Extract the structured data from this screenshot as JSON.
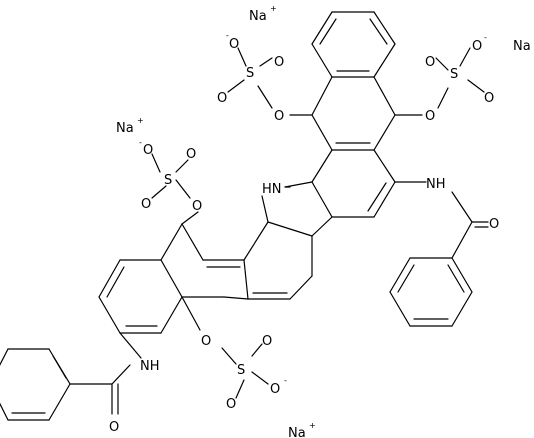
{
  "diagram": {
    "type": "chemical-structure",
    "labels": {
      "na": "Na",
      "plus": "+",
      "minus": "-",
      "o": "O",
      "s": "S",
      "nh": "NH",
      "hn": "HN"
    }
  }
}
